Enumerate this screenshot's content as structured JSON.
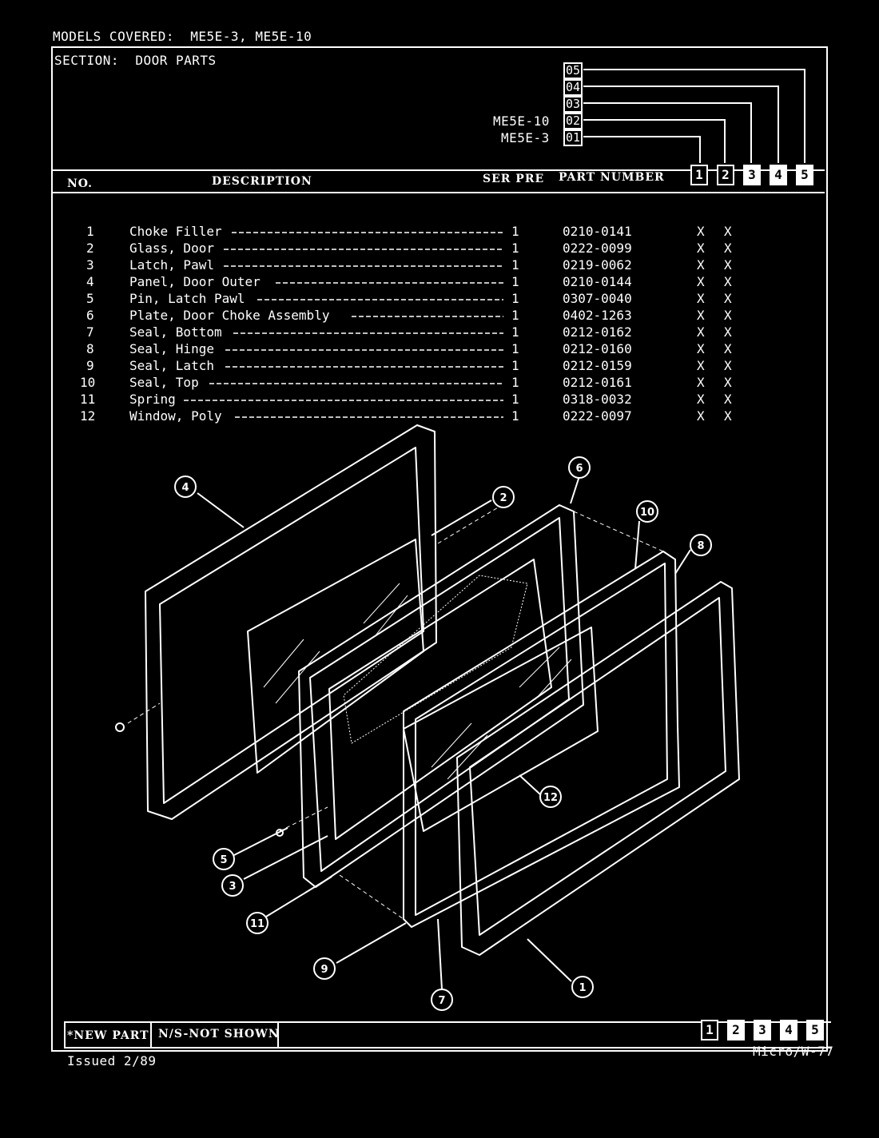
{
  "header": {
    "models_covered": "MODELS COVERED:  ME5E-3, ME5E-10",
    "section": "SECTION:  DOOR PARTS"
  },
  "versions": {
    "boxes": [
      "05",
      "04",
      "03",
      "02",
      "01"
    ],
    "labels": {
      "02": "ME5E-10",
      "01": "ME5E-3"
    }
  },
  "table": {
    "headers": {
      "no": "NO.",
      "description": "DESCRIPTION",
      "ser_pre": "SER PRE",
      "part_number": "PART NUMBER"
    },
    "model_columns": [
      "1",
      "2",
      "3",
      "4",
      "5"
    ],
    "rows": [
      {
        "no": "1",
        "description": "Choke Filler",
        "qty": "1",
        "part": "0210-0141",
        "m1": "X",
        "m2": "X"
      },
      {
        "no": "2",
        "description": "Glass, Door",
        "qty": "1",
        "part": "0222-0099",
        "m1": "X",
        "m2": "X"
      },
      {
        "no": "3",
        "description": "Latch, Pawl",
        "qty": "1",
        "part": "0219-0062",
        "m1": "X",
        "m2": "X"
      },
      {
        "no": "4",
        "description": "Panel, Door Outer",
        "qty": "1",
        "part": "0210-0144",
        "m1": "X",
        "m2": "X"
      },
      {
        "no": "5",
        "description": "Pin, Latch Pawl",
        "qty": "1",
        "part": "0307-0040",
        "m1": "X",
        "m2": "X"
      },
      {
        "no": "6",
        "description": "Plate, Door Choke Assembly",
        "qty": "1",
        "part": "0402-1263",
        "m1": "X",
        "m2": "X"
      },
      {
        "no": "7",
        "description": "Seal, Bottom",
        "qty": "1",
        "part": "0212-0162",
        "m1": "X",
        "m2": "X"
      },
      {
        "no": "8",
        "description": "Seal, Hinge",
        "qty": "1",
        "part": "0212-0160",
        "m1": "X",
        "m2": "X"
      },
      {
        "no": "9",
        "description": "Seal, Latch",
        "qty": "1",
        "part": "0212-0159",
        "m1": "X",
        "m2": "X"
      },
      {
        "no": "10",
        "description": "Seal, Top",
        "qty": "1",
        "part": "0212-0161",
        "m1": "X",
        "m2": "X"
      },
      {
        "no": "11",
        "description": "Spring",
        "qty": "1",
        "part": "0318-0032",
        "m1": "X",
        "m2": "X"
      },
      {
        "no": "12",
        "description": "Window, Poly",
        "qty": "1",
        "part": "0222-0097",
        "m1": "X",
        "m2": "X"
      }
    ]
  },
  "diagram": {
    "callouts": [
      "4",
      "2",
      "6",
      "10",
      "8",
      "12",
      "5",
      "3",
      "11",
      "9",
      "7",
      "1"
    ]
  },
  "footer": {
    "new_part": "*NEW PART",
    "not_shown": "N/S-NOT SHOWN",
    "model_columns": [
      "1",
      "2",
      "3",
      "4",
      "5"
    ],
    "issued": "Issued 2/89",
    "page_id": "Micro/W-77"
  }
}
